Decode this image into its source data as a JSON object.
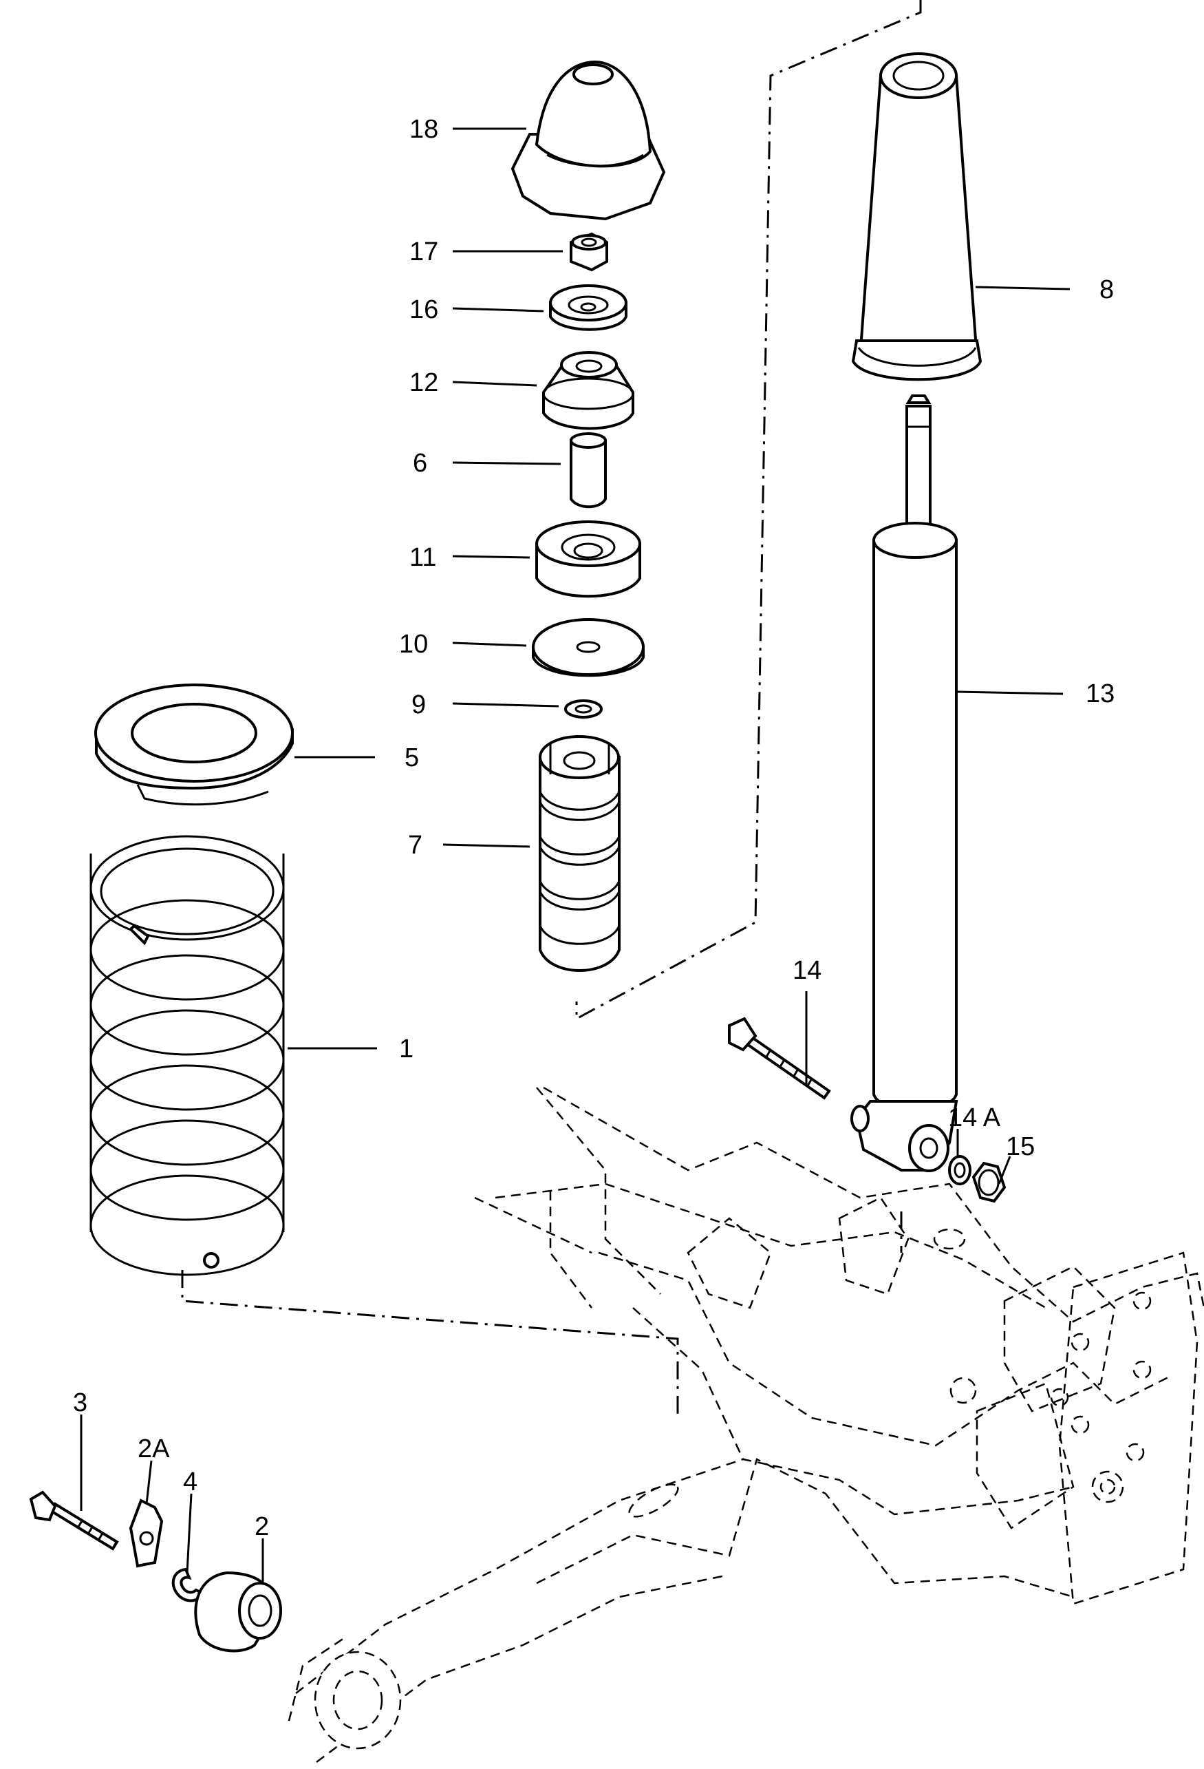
{
  "diagram": {
    "callouts": [
      {
        "id": "18",
        "text": "18"
      },
      {
        "id": "17",
        "text": "17"
      },
      {
        "id": "16",
        "text": "16"
      },
      {
        "id": "12",
        "text": "12"
      },
      {
        "id": "6",
        "text": "6"
      },
      {
        "id": "11",
        "text": "11"
      },
      {
        "id": "10",
        "text": "10"
      },
      {
        "id": "9",
        "text": "9"
      },
      {
        "id": "5",
        "text": "5"
      },
      {
        "id": "7",
        "text": "7"
      },
      {
        "id": "1",
        "text": "1"
      },
      {
        "id": "8",
        "text": "8"
      },
      {
        "id": "13",
        "text": "13"
      },
      {
        "id": "14",
        "text": "14"
      },
      {
        "id": "14A",
        "text": "14 A"
      },
      {
        "id": "15",
        "text": "15"
      },
      {
        "id": "3",
        "text": "3"
      },
      {
        "id": "2A",
        "text": "2A"
      },
      {
        "id": "4",
        "text": "4"
      },
      {
        "id": "2",
        "text": "2"
      }
    ]
  }
}
